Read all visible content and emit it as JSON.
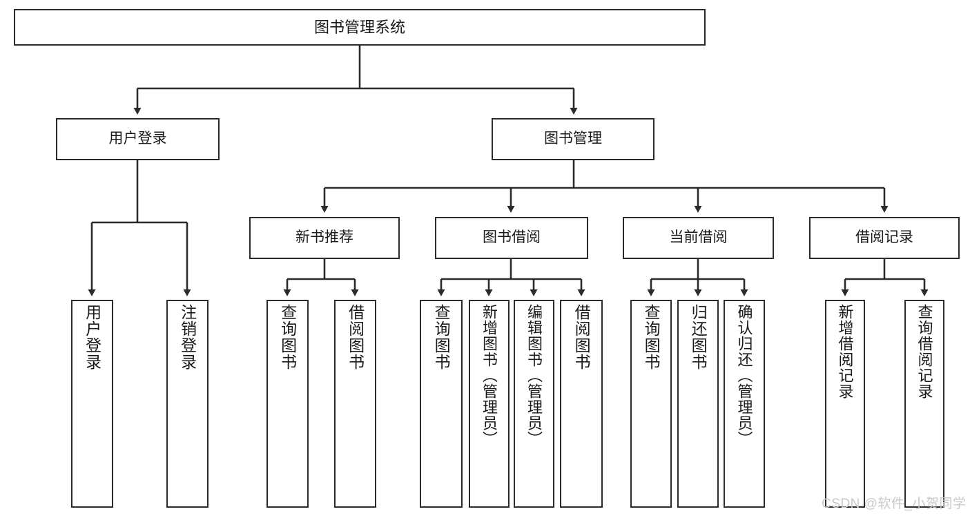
{
  "diagram": {
    "title": "图书管理系统",
    "type": "tree-hierarchy",
    "line_color": "#2b2b2b",
    "box_fill": "#ffffff",
    "text_color": "#1a1a1a",
    "root": {
      "label": "图书管理系统"
    },
    "level2": [
      {
        "label": "用户登录"
      },
      {
        "label": "图书管理"
      }
    ],
    "level3": [
      {
        "label": "新书推荐"
      },
      {
        "label": "图书借阅"
      },
      {
        "label": "当前借阅"
      },
      {
        "label": "借阅记录"
      }
    ],
    "leaves": {
      "user_login": [
        {
          "label": "用户登录"
        },
        {
          "label": "注销登录"
        }
      ],
      "new_book": [
        {
          "label": "查询图书"
        },
        {
          "label": "借阅图书"
        }
      ],
      "book_borrow": [
        {
          "label": "查询图书"
        },
        {
          "label": "新增图书（管理员）"
        },
        {
          "label": "编辑图书（管理员）"
        },
        {
          "label": "借阅图书"
        }
      ],
      "current_borrow": [
        {
          "label": "查询图书"
        },
        {
          "label": "归还图书"
        },
        {
          "label": "确认归还（管理员）"
        }
      ],
      "borrow_record": [
        {
          "label": "新增借阅记录"
        },
        {
          "label": "查询借阅记录"
        }
      ]
    }
  },
  "watermark": {
    "text": "CSDN @软件_小贺同学",
    "color": "#c9c9c9"
  }
}
